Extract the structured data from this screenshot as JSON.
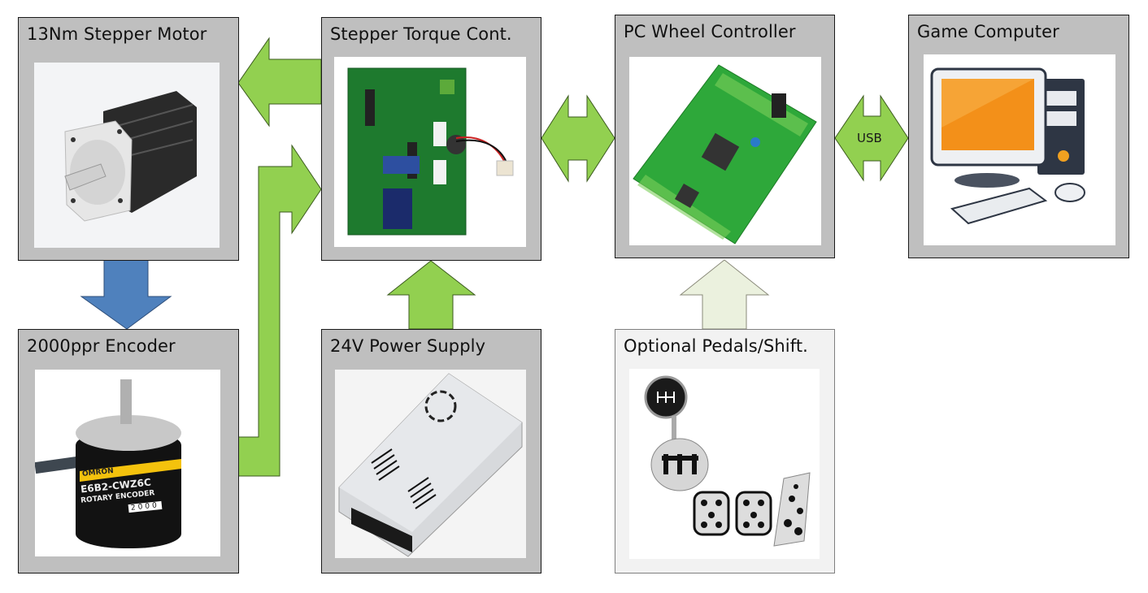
{
  "diagram": {
    "colors": {
      "box_fill": "#bfbfbf",
      "optional_box_fill": "#f2f2f2",
      "arrow_green": "#92d050",
      "arrow_blue": "#4f81bd",
      "arrow_optional": "#ebf1de",
      "photo_bg": "#ffffff"
    },
    "blocks": {
      "stepper_motor": {
        "title": "13Nm Stepper Motor",
        "image": "stepper-motor-photo"
      },
      "torque_controller": {
        "title": "Stepper Torque Cont.",
        "image": "pcb-board-photo"
      },
      "wheel_controller": {
        "title": "PC Wheel Controller",
        "image": "discovery-board-photo"
      },
      "game_computer": {
        "title": "Game Computer",
        "image": "desktop-computer-illustration"
      },
      "encoder": {
        "title": "2000ppr Encoder",
        "image": "rotary-encoder-photo",
        "label_brand": "OMRON",
        "label_model": "E6B2-CWZ6C",
        "label_type": "ROTARY ENCODER",
        "label_resolution": "2000"
      },
      "power_supply": {
        "title": "24V Power Supply",
        "image": "power-supply-photo"
      },
      "pedals": {
        "title": "Optional Pedals/Shift.",
        "image": "shifter-and-pedals-illustration"
      }
    },
    "connections": [
      {
        "from": "torque_controller",
        "to": "stepper_motor",
        "type": "arrow-left",
        "color": "green"
      },
      {
        "from": "encoder",
        "to": "torque_controller",
        "type": "bent-arrow",
        "color": "green"
      },
      {
        "from": "stepper_motor",
        "to": "encoder",
        "type": "arrow-down",
        "color": "blue"
      },
      {
        "from": "power_supply",
        "to": "torque_controller",
        "type": "arrow-up",
        "color": "green"
      },
      {
        "from": "torque_controller",
        "to": "wheel_controller",
        "type": "double-arrow",
        "color": "green"
      },
      {
        "from": "wheel_controller",
        "to": "game_computer",
        "type": "double-arrow",
        "color": "green",
        "label": "USB"
      },
      {
        "from": "pedals",
        "to": "wheel_controller",
        "type": "arrow-up",
        "color": "light",
        "optional": true
      }
    ]
  }
}
